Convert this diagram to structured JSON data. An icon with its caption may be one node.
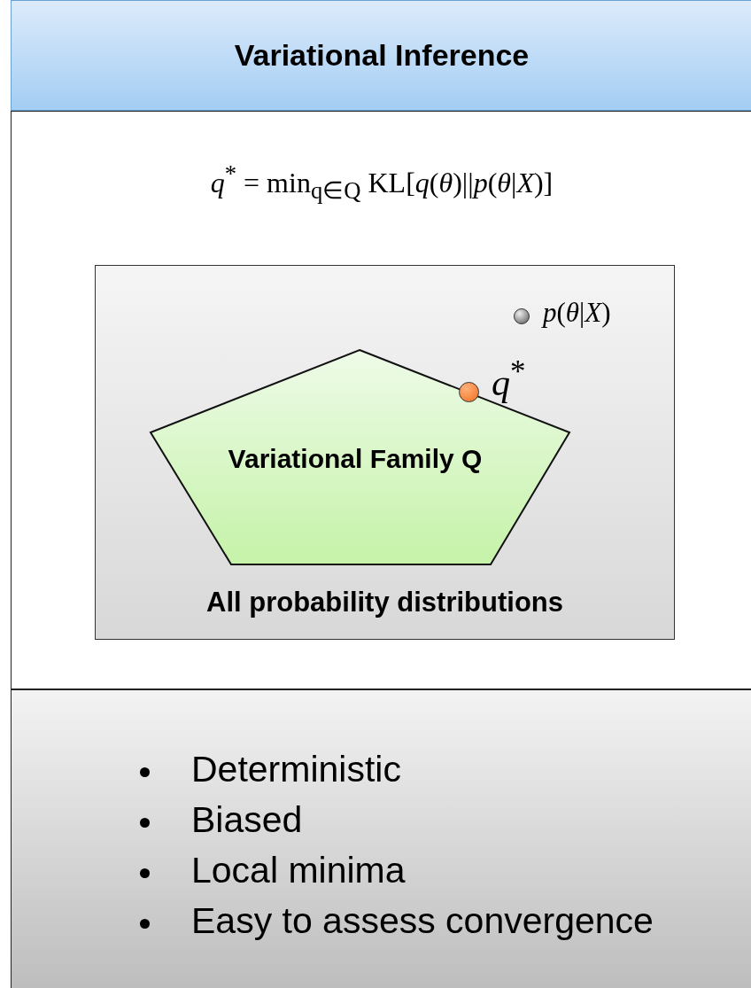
{
  "diagram": {
    "nodes": [
      {
        "text": [
          "Variational Inference"
        ]
      },
      {
        "text": [
          "*q*$^{*}$ = min$_{q∈Q}$ KL[*q*(*θ*)||*p*(*θ*|*X*)]"
        ]
      },
      {
        "text": [
          "All probability distributions"
        ],
        "in": 1
      },
      {
        "text": [
          "Variational Family Q"
        ],
        "in": 2
      },
      {
        "text": [],
        "shape": "circle",
        "in": 2,
        "beside": [
          "*p*(*θ*|*X*)"
        ]
      },
      {
        "text": [],
        "shape": "circle",
        "in": 2,
        "beside": [
          "*q*$^{*}$"
        ]
      },
      {
        "text": [
          "Deterministic",
          "Biased",
          "Local minima",
          "Easy to assess convergence"
        ]
      }
    ]
  }
}
